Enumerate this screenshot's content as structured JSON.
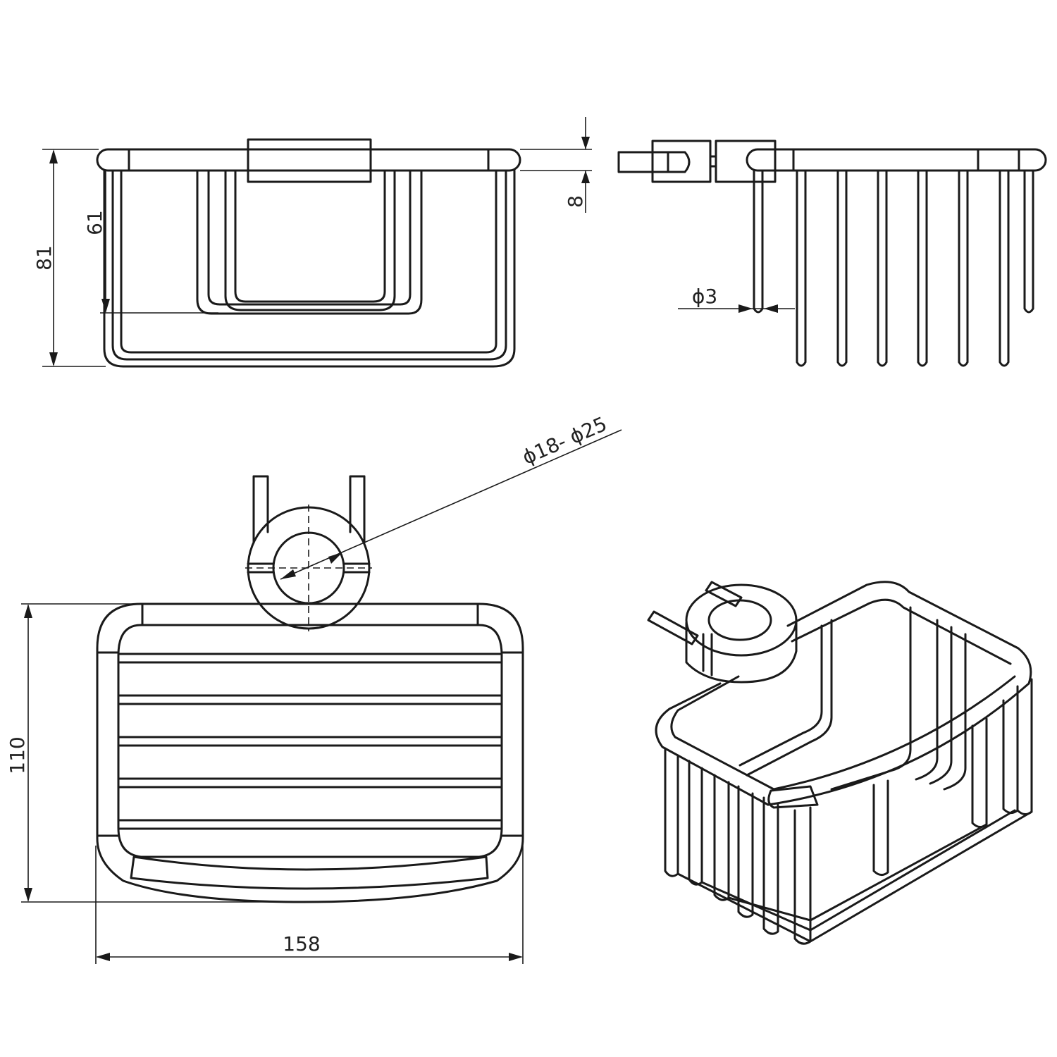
{
  "dimensions": {
    "overall_height": "81",
    "inner_height": "61",
    "rail_thickness": "8",
    "wire_diameter": "ϕ3",
    "clamp_diameter": "ϕ18- ϕ25",
    "depth": "110",
    "width": "158"
  },
  "colors": {
    "line": "#1a1a1a",
    "background": "#ffffff"
  }
}
